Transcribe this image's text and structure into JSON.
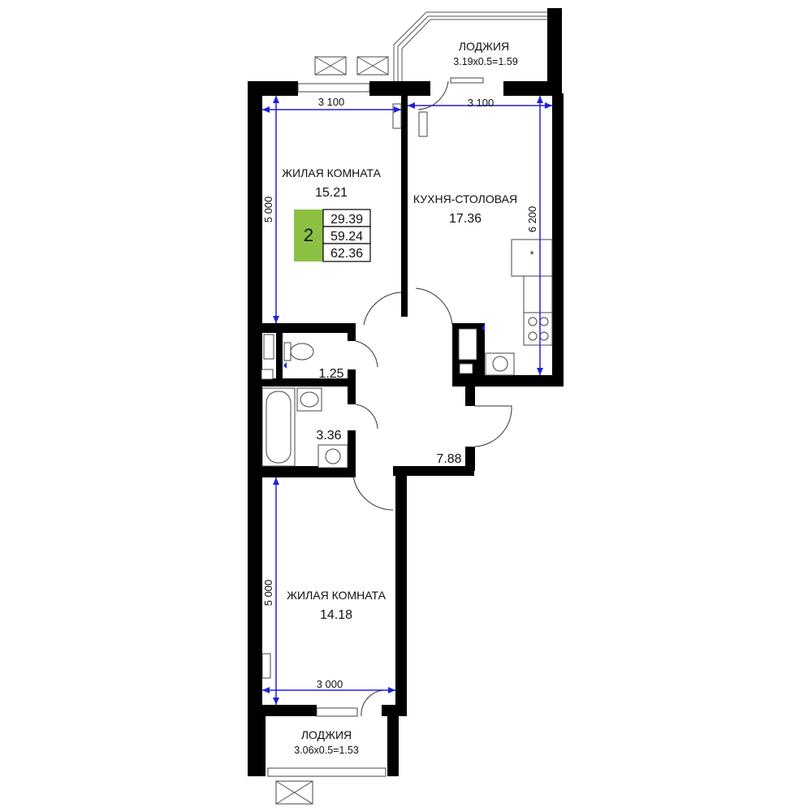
{
  "rooms": {
    "living_top": {
      "name": "ЖИЛАЯ КОМНАТА",
      "area": "15.21"
    },
    "kitchen": {
      "name": "КУХНЯ-СТОЛОВАЯ",
      "area": "17.36"
    },
    "wc": {
      "area": "1.25"
    },
    "bath": {
      "area": "3.36"
    },
    "hall": {
      "area": "7.88"
    },
    "living_bottom": {
      "name": "ЖИЛАЯ КОМНАТА",
      "area": "14.18"
    },
    "loggia_top": {
      "name": "ЛОДЖИЯ",
      "area": "3.19x0.5=1.59"
    },
    "loggia_bottom": {
      "name": "ЛОДЖИЯ",
      "area": "3.06x0.5=1.53"
    }
  },
  "dimensions": {
    "top_left_width": "3 100",
    "top_right_width": "3 100",
    "kitchen_height": "6 200",
    "top_room_height": "5 000",
    "bottom_room_height": "5 000",
    "bottom_room_width": "3 000"
  },
  "summary_badge": {
    "rooms_count": "2",
    "living_area": "29.39",
    "total_area": "59.24",
    "total_with_loggia": "62.36",
    "color": "#8cc043"
  },
  "colors": {
    "wall": "#000000",
    "dimension": "#2020e0"
  }
}
